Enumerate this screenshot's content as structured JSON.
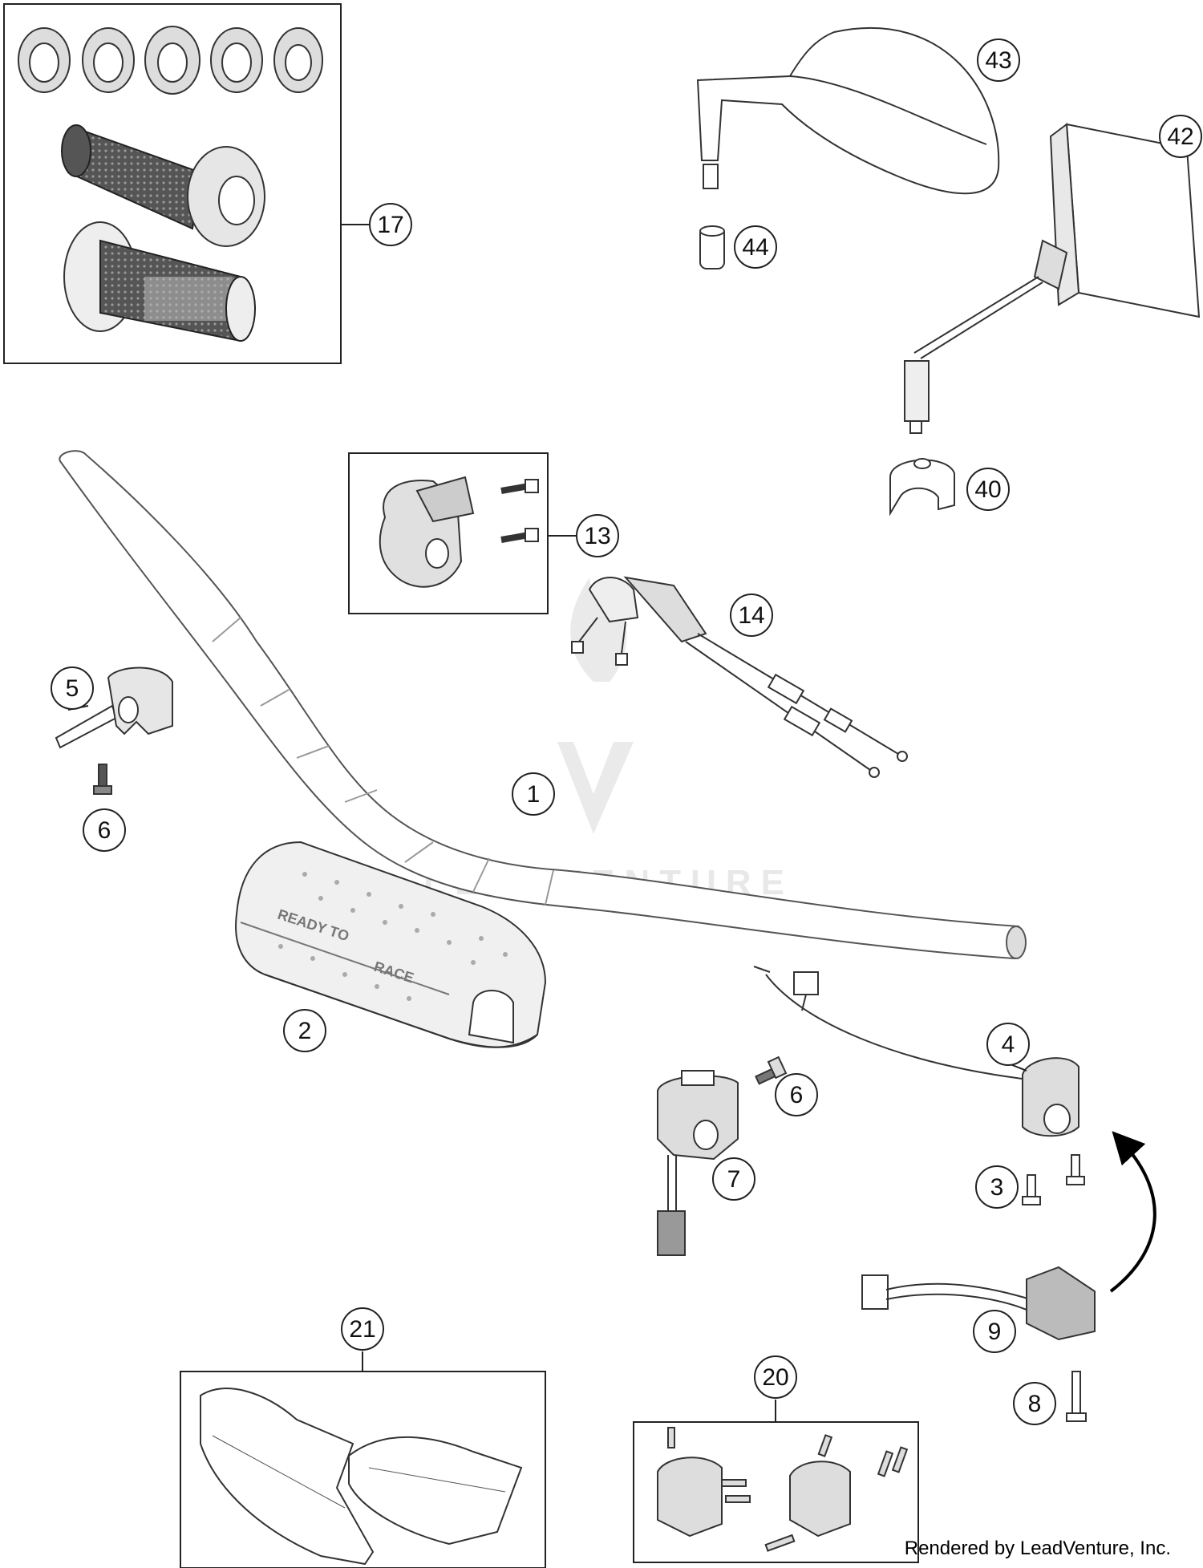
{
  "footer": {
    "credit": "Rendered by LeadVenture, Inc."
  },
  "watermark": {
    "text": "LEADVENTURE",
    "icon": "flame-v-logo-icon"
  },
  "pad_print": {
    "line1": "READY TO",
    "line2": "RACE"
  },
  "callouts": [
    {
      "id": "17",
      "label": "17"
    },
    {
      "id": "43",
      "label": "43"
    },
    {
      "id": "42",
      "label": "42"
    },
    {
      "id": "44",
      "label": "44"
    },
    {
      "id": "40",
      "label": "40"
    },
    {
      "id": "13",
      "label": "13"
    },
    {
      "id": "14",
      "label": "14"
    },
    {
      "id": "5",
      "label": "5"
    },
    {
      "id": "6a",
      "label": "6"
    },
    {
      "id": "1",
      "label": "1"
    },
    {
      "id": "2",
      "label": "2"
    },
    {
      "id": "4",
      "label": "4"
    },
    {
      "id": "6b",
      "label": "6"
    },
    {
      "id": "7",
      "label": "7"
    },
    {
      "id": "3",
      "label": "3"
    },
    {
      "id": "9",
      "label": "9"
    },
    {
      "id": "21",
      "label": "21"
    },
    {
      "id": "20",
      "label": "20"
    },
    {
      "id": "8",
      "label": "8"
    }
  ]
}
